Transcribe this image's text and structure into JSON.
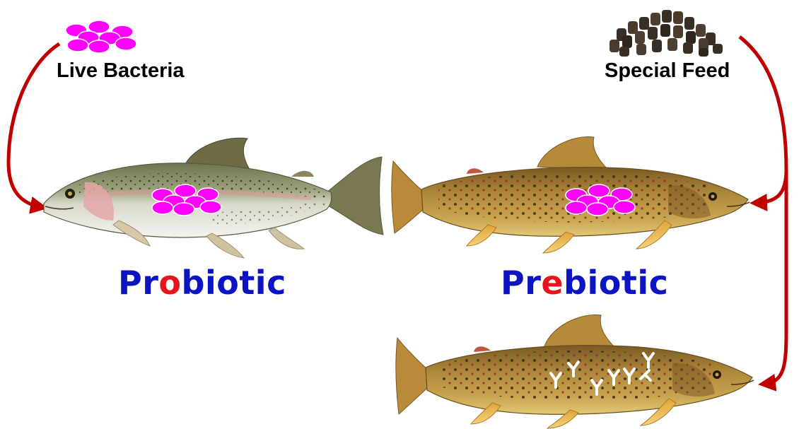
{
  "labels": {
    "live_bacteria": "Live Bacteria",
    "special_feed": "Special Feed"
  },
  "titles": {
    "probiotic": {
      "prefix": "Pr",
      "highlight": "o",
      "suffix": "biotic"
    },
    "prebiotic": {
      "prefix": "Pr",
      "highlight": "e",
      "suffix": "biotic"
    }
  },
  "colors": {
    "title_blue": "#0b13c2",
    "title_highlight_red": "#e8141c",
    "arrow_red": "#c00000",
    "bacteria_magenta": "#ff00ff",
    "receptor_white": "#ffffff"
  },
  "icons": {
    "bacteria": "magenta-ellipse-cluster",
    "feed": "dark-brown-pellet-pile",
    "receptor": "y-shaped-antibody"
  }
}
